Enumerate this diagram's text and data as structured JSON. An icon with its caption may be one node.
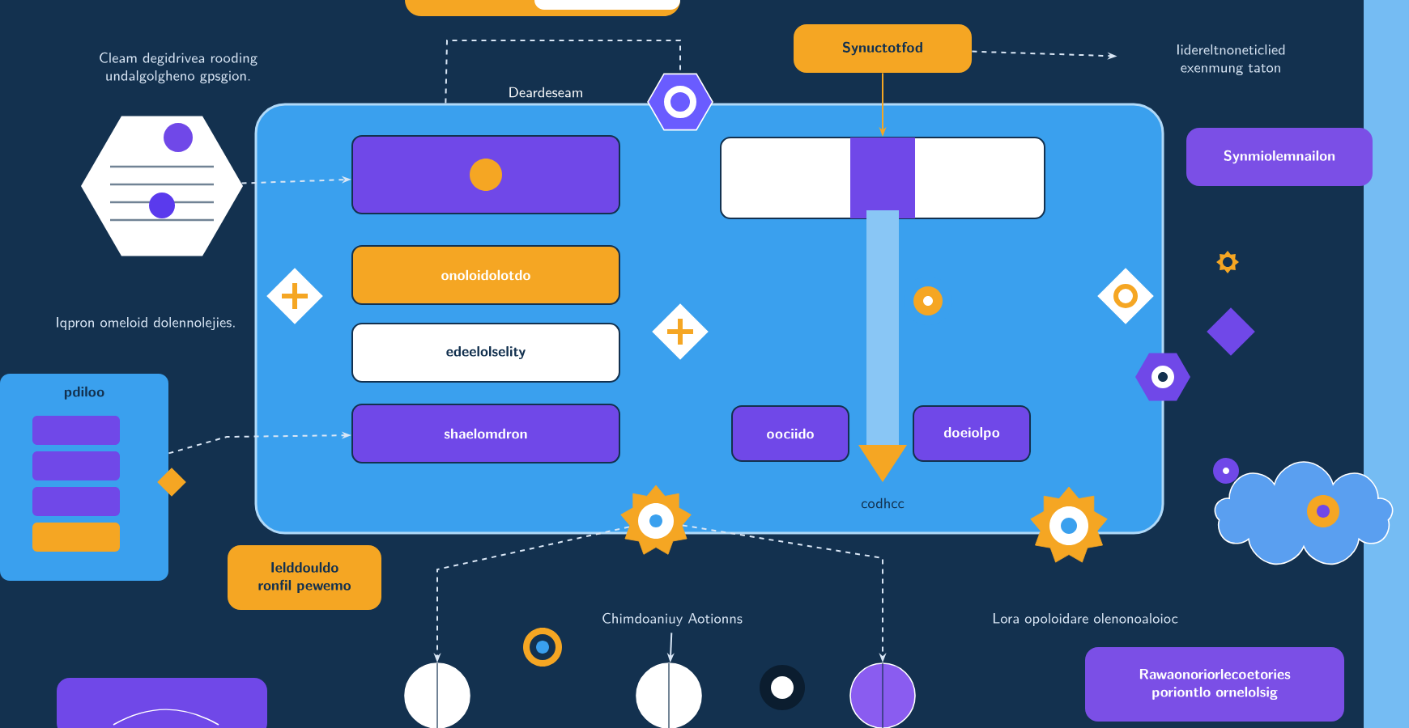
{
  "diagram": {
    "nodes": [
      {
        "text": [],
        "shape": "picture"
      },
      {
        "text": [],
        "shape": "box"
      },
      {
        "text": [],
        "shape": "cylinder",
        "in": 1
      },
      {
        "text": [
          "onoloidolotdo"
        ],
        "in": 1
      },
      {
        "text": [
          "edeelolselity"
        ],
        "in": 1
      },
      {
        "text": [
          "shaelomdron"
        ],
        "in": 1
      },
      {
        "text": [],
        "shape": "cylinder",
        "in": 1
      },
      {
        "text": [
          "oociido"
        ],
        "in": 1
      },
      {
        "text": [
          "doeiolpo"
        ],
        "in": 1
      },
      {
        "text": [
          "Synuctotfod"
        ]
      },
      {
        "text": [
          "Iidereltnoneticlied exenmung taton"
        ]
      },
      {
        "text": [
          "Synmiolemnailon"
        ]
      },
      {
        "text": [
          "pdiloo"
        ]
      },
      {
        "text": [
          "Ielddouldo ronfil pewemo"
        ]
      },
      {
        "text": [
          "Rawaonoriorlecoetories poriontlo ornelolsig"
        ]
      },
      {
        "text": [],
        "shape": "cloud"
      },
      {
        "text": [],
        "shape": "hexagon"
      },
      {
        "text": [],
        "shape": "diamond",
        "in": 1
      },
      {
        "text": [],
        "shape": "diamond",
        "in": 1
      },
      {
        "text": [],
        "shape": "diamond",
        "in": 1
      },
      {
        "text": [],
        "shape": "gear"
      },
      {
        "text": [],
        "shape": "gear"
      },
      {
        "text": [],
        "shape": "circle"
      },
      {
        "text": [],
        "shape": "circle"
      },
      {
        "text": [],
        "shape": "circle"
      },
      {
        "text": [],
        "shape": "box"
      },
      {
        "text": [
          "Chimdoaniuy Aotionns"
        ]
      }
    ],
    "edges": [
      {
        "from": 0,
        "to": 2,
        "arrow": "to",
        "style": "dashed"
      },
      {
        "from": 12,
        "to": 5,
        "arrow": "to",
        "style": "dashed"
      },
      {
        "from": 9,
        "to": 6,
        "arrow": "to",
        "color": "#f5a623"
      },
      {
        "from": 9,
        "to": 10,
        "arrow": "to",
        "style": "dashed"
      },
      {
        "from": 1,
        "to": 16,
        "arrow": "none",
        "style": "dashed"
      },
      {
        "from": 20,
        "to": 22,
        "arrow": "to",
        "style": "dashed"
      },
      {
        "from": 20,
        "to": 24,
        "arrow": "to",
        "style": "dashed"
      },
      {
        "from": 26,
        "to": 23,
        "arrow": "to"
      }
    ],
    "labels": [
      "Cleam degidrivea rooding undalgolgheno gpsgion.",
      "Deardeseam",
      "Iqpron omeloid dolennolejies.",
      "codhcc",
      "Lora opoloidare olenonoaloioc"
    ]
  }
}
